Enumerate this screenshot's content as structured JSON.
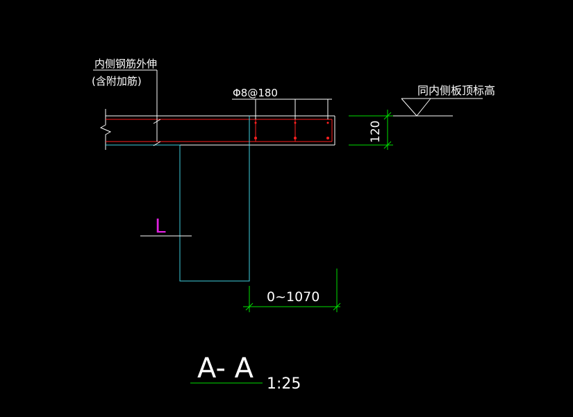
{
  "labels": {
    "inner_rebar_line1": "内侧钢筋外伸",
    "inner_rebar_line2": "(含附加筋)",
    "rebar_spec": "Φ8@180",
    "elevation_note": "同内侧板顶标高",
    "thickness": "120",
    "span": "0~1070",
    "marker": "L",
    "section_title": "A- A",
    "scale": "1:25"
  },
  "colors": {
    "background": "#000000",
    "text": "#ffffff",
    "slab_outline": "#ffffff",
    "rebar": "#ff2020",
    "beam": "#40d0e0",
    "dimension": "#00e000",
    "marker": "#e020e0"
  }
}
